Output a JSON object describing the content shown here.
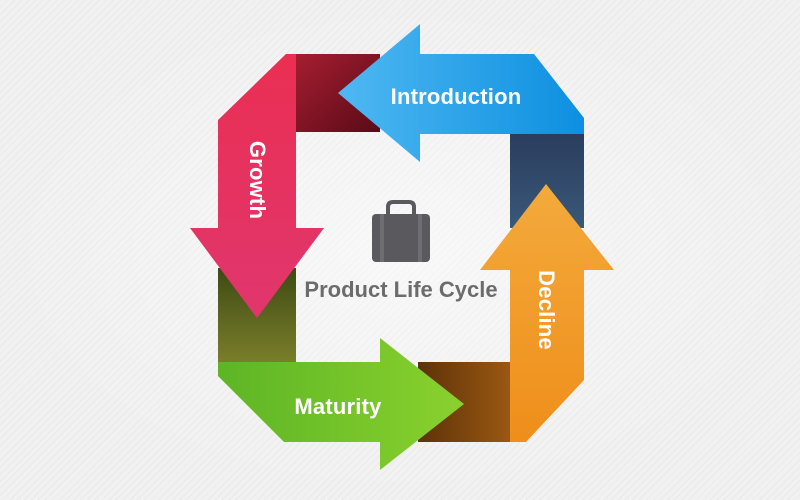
{
  "diagram": {
    "center_title": "Product Life Cycle",
    "center_icon": "briefcase-icon",
    "stages": [
      {
        "id": "introduction",
        "label": "Introduction",
        "color": "#1a9fea"
      },
      {
        "id": "growth",
        "label": "Growth",
        "color": "#e8285a"
      },
      {
        "id": "maturity",
        "label": "Maturity",
        "color": "#6cbf2a"
      },
      {
        "id": "decline",
        "label": "Decline",
        "color": "#f09a22"
      }
    ],
    "connector_colors": {
      "introduction_growth": "#7a1020",
      "growth_maturity": "#56601a",
      "maturity_decline": "#7a3e0a",
      "decline_introduction": "#2a4566"
    }
  }
}
